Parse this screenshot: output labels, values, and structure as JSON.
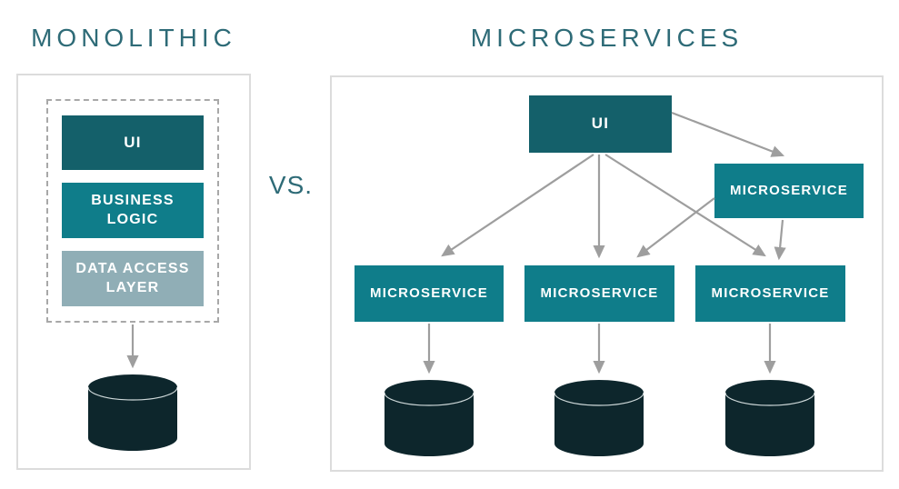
{
  "titles": {
    "left": "MONOLITHIC",
    "right": "MICROSERVICES",
    "versus": "VS."
  },
  "monolith": {
    "layers": [
      {
        "label": "UI"
      },
      {
        "label": "BUSINESS\nLOGIC"
      },
      {
        "label": "DATA ACCESS\nLAYER"
      }
    ],
    "database_count": 1
  },
  "microservices": {
    "ui_label": "UI",
    "services": [
      {
        "label": "MICROSERVICE"
      },
      {
        "label": "MICROSERVICE"
      },
      {
        "label": "MICROSERVICE"
      },
      {
        "label": "MICROSERVICE"
      }
    ],
    "database_count": 3
  },
  "colors": {
    "title_text": "#2e6b77",
    "ui_box": "#14606a",
    "service_box": "#0f7d8a",
    "data_access_box": "#90aeb6",
    "database": "#0d262c",
    "arrow": "#9e9e9e",
    "panel_border": "#dcdcdc",
    "dashed_border": "#a8a8a8"
  }
}
